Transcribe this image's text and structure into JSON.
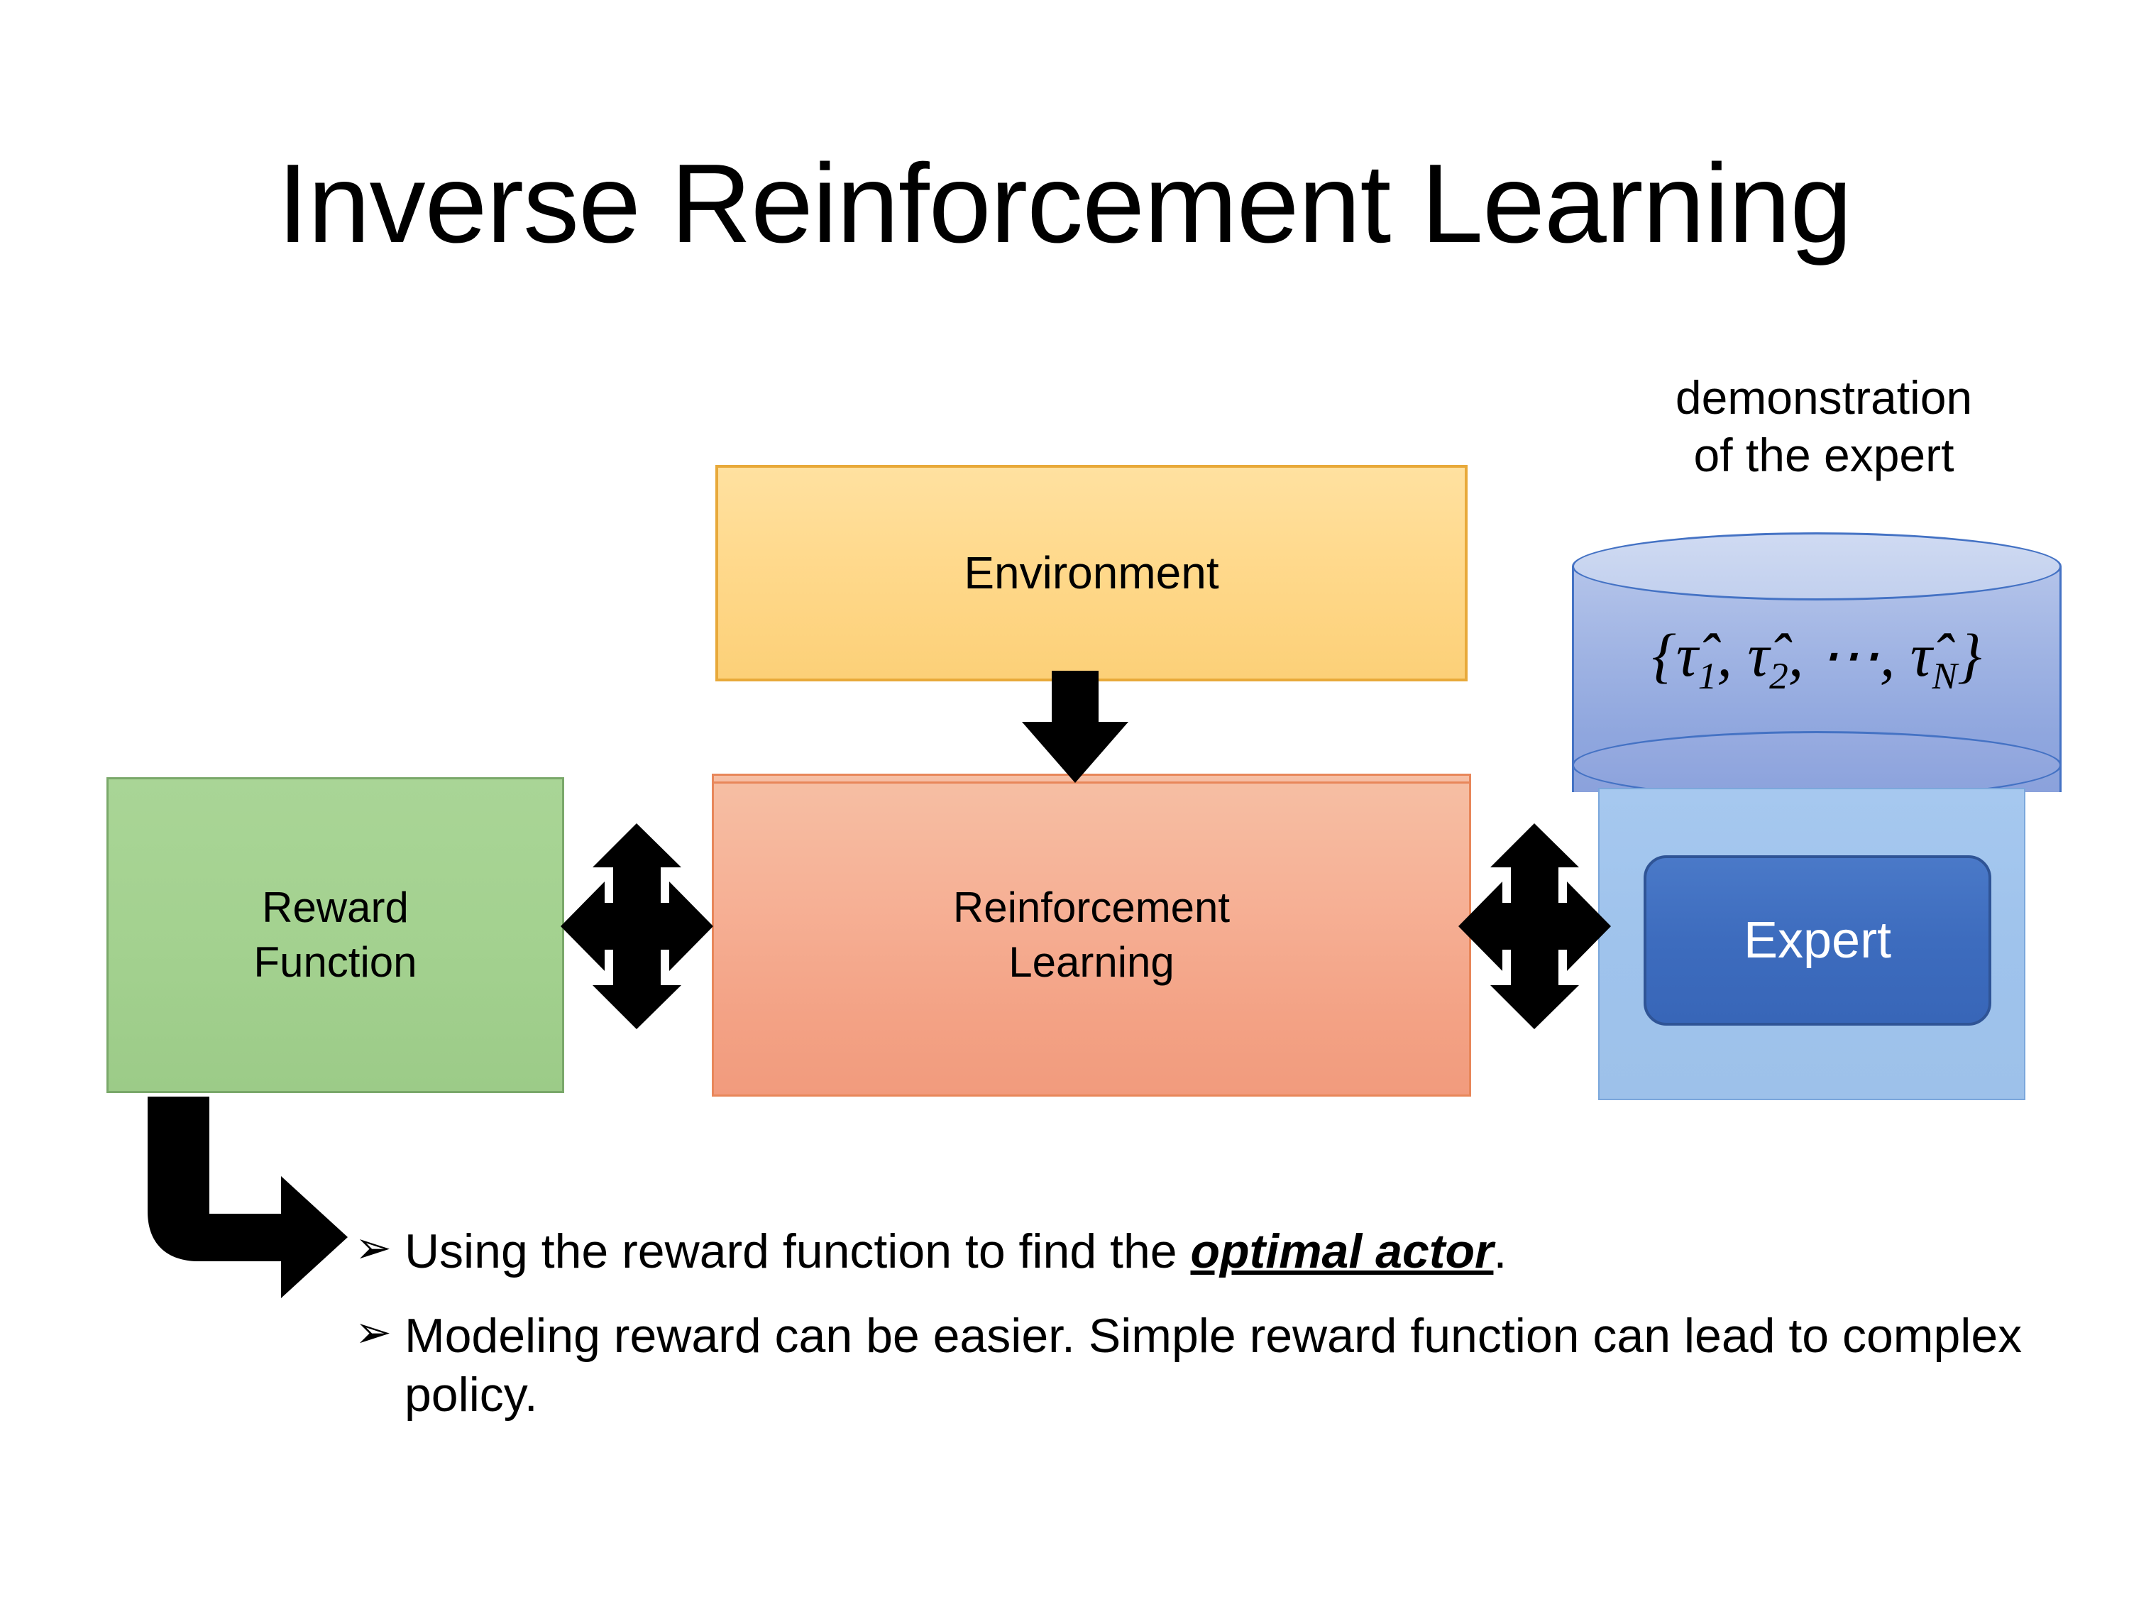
{
  "slide": {
    "title": "Inverse Reinforcement Learning",
    "background_color": "#ffffff"
  },
  "diagram": {
    "environment": {
      "label": "Environment",
      "fill_color": "#ffd98c",
      "border_color": "#e8a93a"
    },
    "reward_function": {
      "label_line1": "Reward",
      "label_line2": "Function",
      "fill_color": "#a3d18f",
      "border_color": "#7aa86a"
    },
    "reinforcement_learning": {
      "label_line1": "Reinforcement",
      "label_line2": "Learning",
      "fill_color": "#f3a285",
      "border_color": "#e8875a"
    },
    "expert_panel": {
      "fill_color": "#9fc3ec",
      "border_color": "#7ba7db"
    },
    "expert": {
      "label": "Expert",
      "fill_color": "#3d6cbe",
      "border_color": "#2f5496",
      "text_color": "#ffffff"
    },
    "demonstration_cylinder": {
      "caption_line1": "demonstration",
      "caption_line2": "of the expert",
      "math_open": "{",
      "math_tau1": "τ̂",
      "math_sub1": "1",
      "math_sep1": ", ",
      "math_tau2": "τ̂",
      "math_sub2": "2",
      "math_sep2": ", ⋯, ",
      "math_tau3": "τ̂",
      "math_sub3": "N",
      "math_close": "}",
      "math_plain": "{τ̂1, τ̂2, ⋯, τ̂N}",
      "fill_color": "#8fa6de",
      "border_color": "#4472c4"
    },
    "arrows": {
      "environment_to_rl": "down-arrow",
      "reward_to_rl": "four-way-arrow",
      "rl_to_expert": "four-way-arrow",
      "reward_to_bullets": "elbow-arrow",
      "color": "#000000"
    }
  },
  "bullets": [
    {
      "marker": "➢",
      "text_before": "Using the reward function to find the ",
      "text_emphasis": "optimal actor",
      "text_after": "."
    },
    {
      "marker": "➢",
      "text_before": "Modeling reward can be easier. Simple reward function can lead to complex policy.",
      "text_emphasis": "",
      "text_after": ""
    }
  ]
}
